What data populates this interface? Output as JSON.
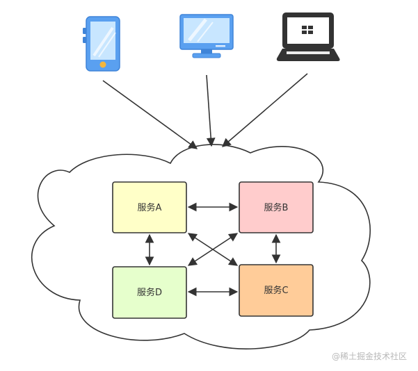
{
  "devices": [
    {
      "name": "phone",
      "icon": "smartphone-icon"
    },
    {
      "name": "desktop",
      "icon": "desktop-monitor-icon"
    },
    {
      "name": "laptop",
      "icon": "laptop-icon"
    }
  ],
  "services": {
    "a": {
      "label": "服务A",
      "color": "#ffffc8"
    },
    "b": {
      "label": "服务B",
      "color": "#ffcccc"
    },
    "c": {
      "label": "服务C",
      "color": "#ffcc99"
    },
    "d": {
      "label": "服务D",
      "color": "#e6ffcc"
    }
  },
  "colors": {
    "device_blue": "#5aa0f0",
    "device_blue_dark": "#3f84d8",
    "laptop_dark": "#333333",
    "phone_button": "#f5b63c",
    "stroke": "#333333"
  },
  "watermark": "@稀土掘金技术社区"
}
